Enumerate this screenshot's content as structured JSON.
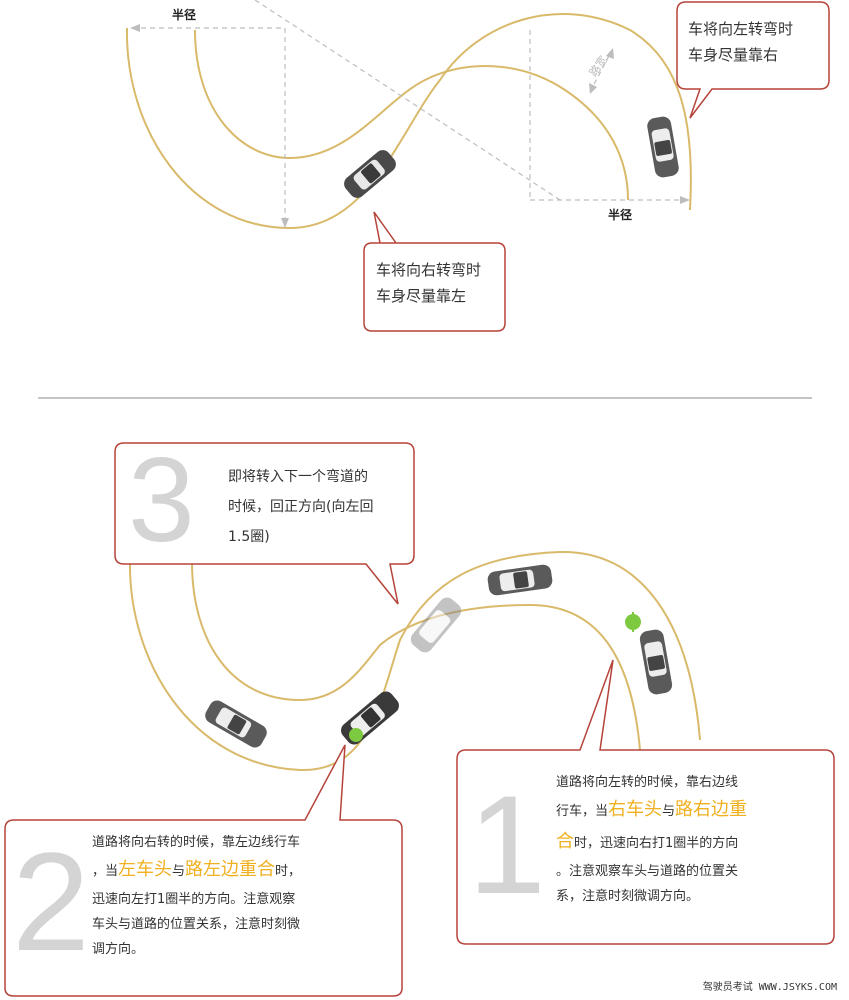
{
  "top": {
    "radius_label_left": "半径",
    "radius_label_right": "半径",
    "distance_label": "路宽",
    "bubble_left_turn": [
      "车将向左转弯时",
      "车身尽量靠右"
    ],
    "bubble_right_turn": [
      "车将向右转弯时",
      "车身尽量靠左"
    ]
  },
  "bottom": {
    "step3": {
      "number": "3",
      "lines": [
        "即将转入下一个弯道的",
        "时候，回正方向(向左回",
        "1.5圈)"
      ]
    },
    "step2": {
      "number": "2",
      "line1": "道路将向右转的时候，靠左边线行车",
      "line2_pre": "，当",
      "hl1": "左车头",
      "mid": "与",
      "hl2": "路左边重合",
      "line2_post": "时，",
      "line3": "迅速向左打1圈半的方向。注意观察",
      "line4": "车头与道路的位置关系，注意时刻微",
      "line5": "调方向。"
    },
    "step1": {
      "number": "1",
      "line1": "道路将向左转的时候，靠右边线",
      "line2_pre": "行车，当",
      "hl1": "右车头",
      "mid": "与",
      "hl2": "路右边重",
      "hl3": "合",
      "line3_post": "时，迅速向右打1圈半的方向",
      "line4": "。注意观察车头与道路的位置关",
      "line5": "系，注意时刻微调方向。"
    }
  },
  "footer": "驾驶员考试 WWW.JSYKS.COM",
  "colors": {
    "road_line": "#d9b96a",
    "bubble_border": "#b5433a",
    "highlight": "#f0b020",
    "big_number": "#d4d4d4",
    "marker": "#7dc940"
  }
}
